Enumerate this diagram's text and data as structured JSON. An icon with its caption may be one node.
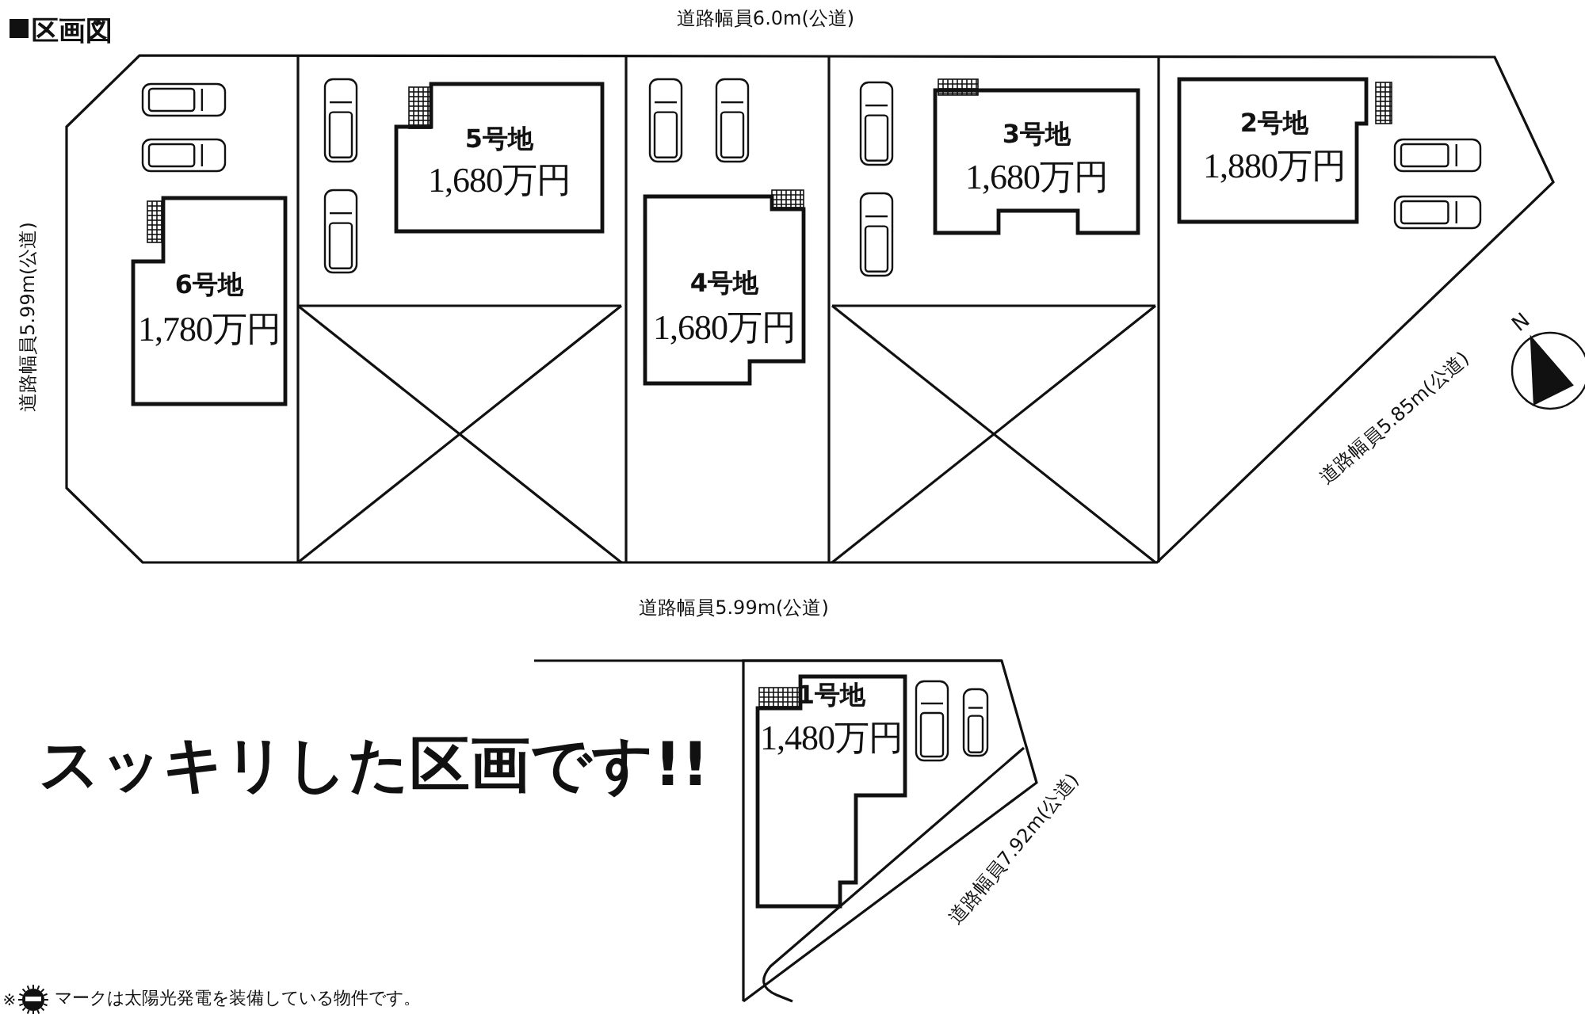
{
  "diagram": {
    "title": "区画図",
    "nodes": [
      {
        "text": [
          "6号地",
          "1,780万円"
        ]
      },
      {
        "text": [
          "5号地",
          "1,680万円"
        ]
      },
      {
        "text": [
          "4号地",
          "1,680万円"
        ]
      },
      {
        "text": [
          "3号地",
          "1,680万円"
        ]
      },
      {
        "text": [
          "2号地",
          "1,880万円"
        ]
      },
      {
        "text": [
          "1号地",
          "1,480万円"
        ]
      }
    ],
    "labels": [
      "道路幅員6.0m(公道)",
      "道路幅員5.99m(公道)",
      "道路幅員5.85m(公道)",
      "N",
      "道路幅員5.99m(公道)",
      "スッキリした区画です!!",
      "道路幅員7.92m(公道)",
      "※",
      "マークは太陽光発電を装備している物件です。"
    ]
  }
}
